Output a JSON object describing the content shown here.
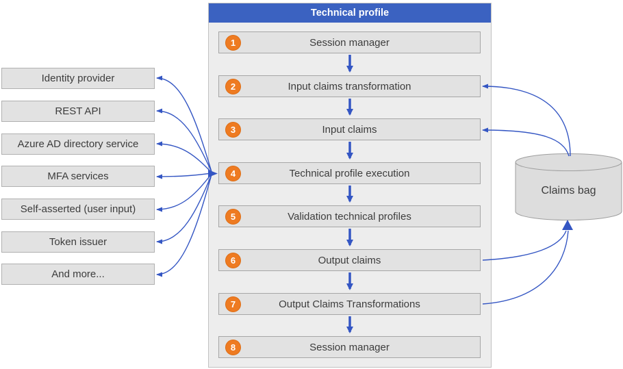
{
  "header": {
    "title": "Technical profile"
  },
  "steps": [
    {
      "number": "1",
      "label": "Session manager"
    },
    {
      "number": "2",
      "label": "Input claims transformation"
    },
    {
      "number": "3",
      "label": "Input claims"
    },
    {
      "number": "4",
      "label": "Technical profile execution"
    },
    {
      "number": "5",
      "label": "Validation technical profiles"
    },
    {
      "number": "6",
      "label": "Output claims"
    },
    {
      "number": "7",
      "label": "Output Claims Transformations"
    },
    {
      "number": "8",
      "label": "Session manager"
    }
  ],
  "sources": {
    "items": [
      {
        "label": "Identity provider"
      },
      {
        "label": "REST API"
      },
      {
        "label": "Azure AD directory service"
      },
      {
        "label": "MFA services"
      },
      {
        "label": "Self-asserted (user input)"
      },
      {
        "label": "Token issuer"
      },
      {
        "label": "And more..."
      }
    ]
  },
  "claims_bag": {
    "label": "Claims bag"
  },
  "colors": {
    "header_blue": "#3B62C1",
    "step_orange": "#EE7B22",
    "arrow_blue": "#3456C3",
    "panel_fill": "#EDEDED",
    "box_fill": "#E2E2E2",
    "cylinder_fill": "#DDDDDD"
  }
}
